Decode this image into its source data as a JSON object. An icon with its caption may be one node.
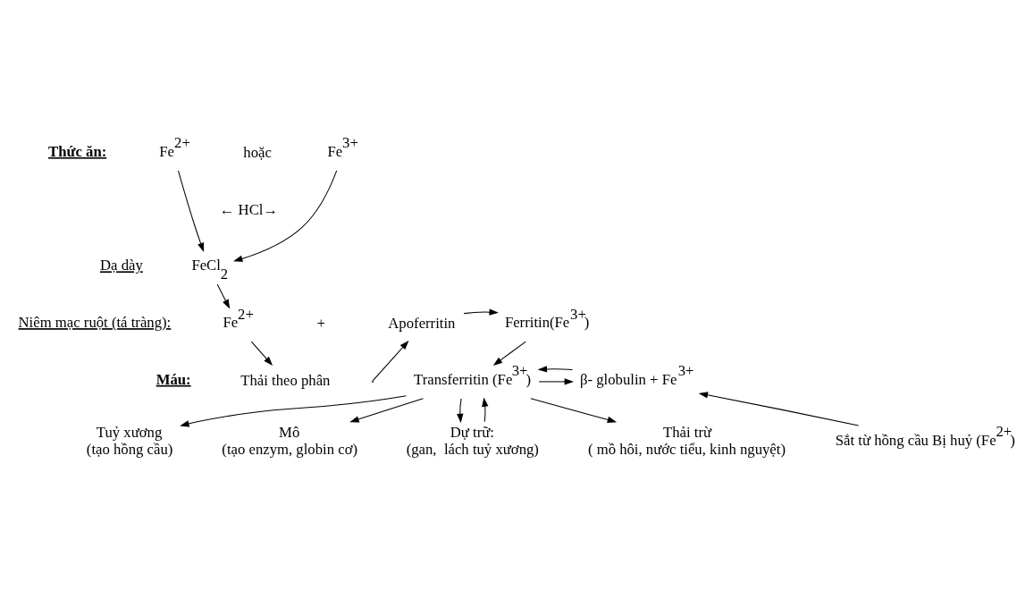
{
  "diagram": {
    "nodes": [
      {
        "text": [
          "Fe$^{2+}$"
        ]
      },
      {
        "text": [
          "Fe$^{3+}$"
        ]
      },
      {
        "text": [
          "FeCl$_{2}$"
        ]
      },
      {
        "text": [
          "Fe$^{2+}$"
        ]
      },
      {
        "text": [
          "Apoferritin"
        ]
      },
      {
        "text": [
          "Ferritin(Fe$^{3+}$)"
        ]
      },
      {
        "text": [
          "Thải theo phân"
        ]
      },
      {
        "text": [
          "Transferritin (Fe$^{3+}$)"
        ]
      },
      {
        "text": [
          "β- globulin + Fe$^{3+}$"
        ]
      },
      {
        "text": [
          "Sắt từ hồng cầu Bị huỷ (Fe$^{2+}$)"
        ]
      },
      {
        "text": [
          "Tuỷ xương",
          "(tạo hồng cầu)"
        ]
      },
      {
        "text": [
          "Mô",
          "(tạo enzym, globin cơ)"
        ]
      },
      {
        "text": [
          "Dự trữ:",
          "(gan,  lách tuỷ xương)"
        ]
      },
      {
        "text": [
          "Thải trừ",
          "( mồ hôi, nước tiểu, kinh nguyệt)"
        ]
      }
    ],
    "edges": [
      {
        "from": 0,
        "to": 2,
        "arrow": "to"
      },
      {
        "from": 1,
        "to": 2,
        "arrow": "to"
      },
      {
        "from": 2,
        "to": 3,
        "arrow": "to"
      },
      {
        "from": 4,
        "to": 5,
        "arrow": "to"
      },
      {
        "from": null,
        "to": 4,
        "arrow": "to"
      },
      {
        "from": 3,
        "to": 6,
        "arrow": "to"
      },
      {
        "from": 5,
        "to": 7,
        "arrow": "to"
      },
      {
        "from": 7,
        "to": 8,
        "arrow": "to"
      },
      {
        "from": 8,
        "to": 7,
        "arrow": "to"
      },
      {
        "from": 9,
        "to": 8,
        "arrow": "to"
      },
      {
        "from": 7,
        "to": 10,
        "arrow": "to"
      },
      {
        "from": 7,
        "to": 11,
        "arrow": "to"
      },
      {
        "from": 7,
        "to": 12,
        "arrow": "to"
      },
      {
        "from": 12,
        "to": 7,
        "arrow": "to"
      },
      {
        "from": 7,
        "to": 13,
        "arrow": "to"
      }
    ],
    "labels": [
      "Thức ăn:",
      "hoặc",
      "← HCl→",
      "Dạ dày",
      "Niêm mạc ruột (tá tràng):",
      "+",
      "Máu:"
    ]
  }
}
